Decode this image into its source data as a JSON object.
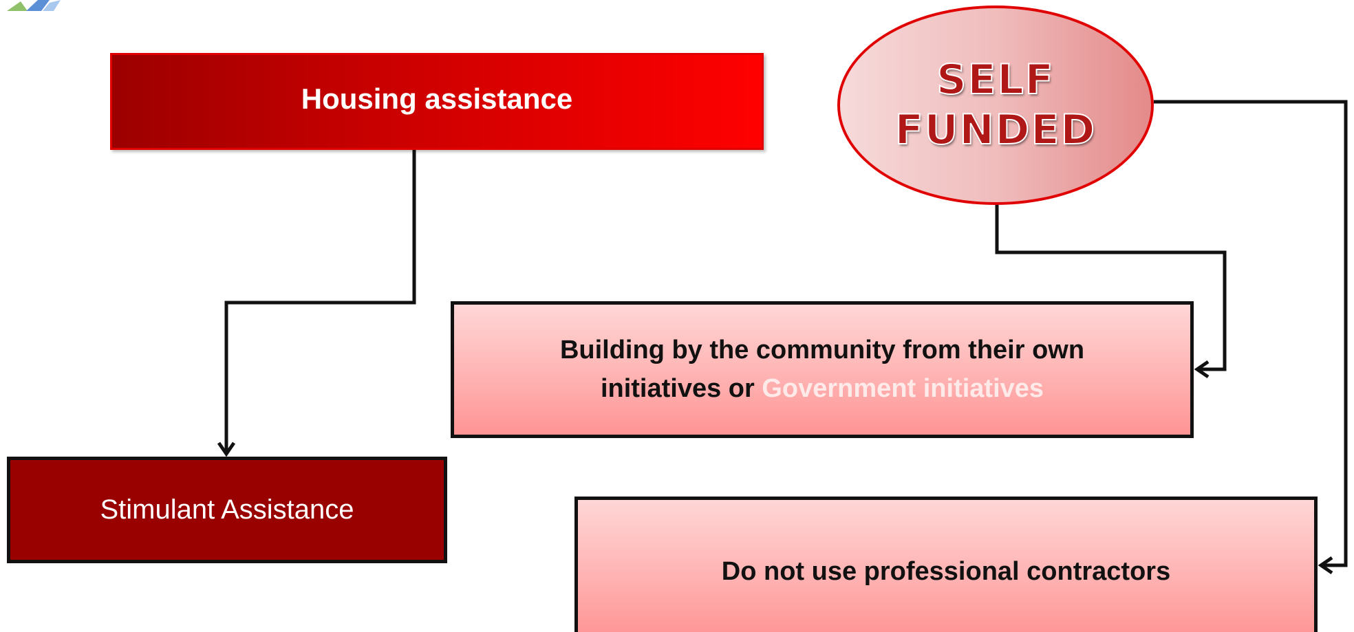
{
  "diagram": {
    "housing_assistance": "Housing assistance",
    "stimulant_assistance": "Stimulant Assistance",
    "self_funded": {
      "line1": "SELF",
      "line2": "FUNDED"
    },
    "building": {
      "line1": "Building by the community from their own",
      "line2_prefix": "initiatives or ",
      "line2_highlight": "Government initiatives"
    },
    "contractors": "Do not use professional contractors"
  },
  "colors": {
    "housing_red": "#ff0000",
    "housing_dark_red": "#9c0000",
    "stimulant_dark_red": "#990000",
    "pink_fill": "#ffb3b3",
    "highlight_text": "#ffeaea",
    "connector": "#111111"
  }
}
